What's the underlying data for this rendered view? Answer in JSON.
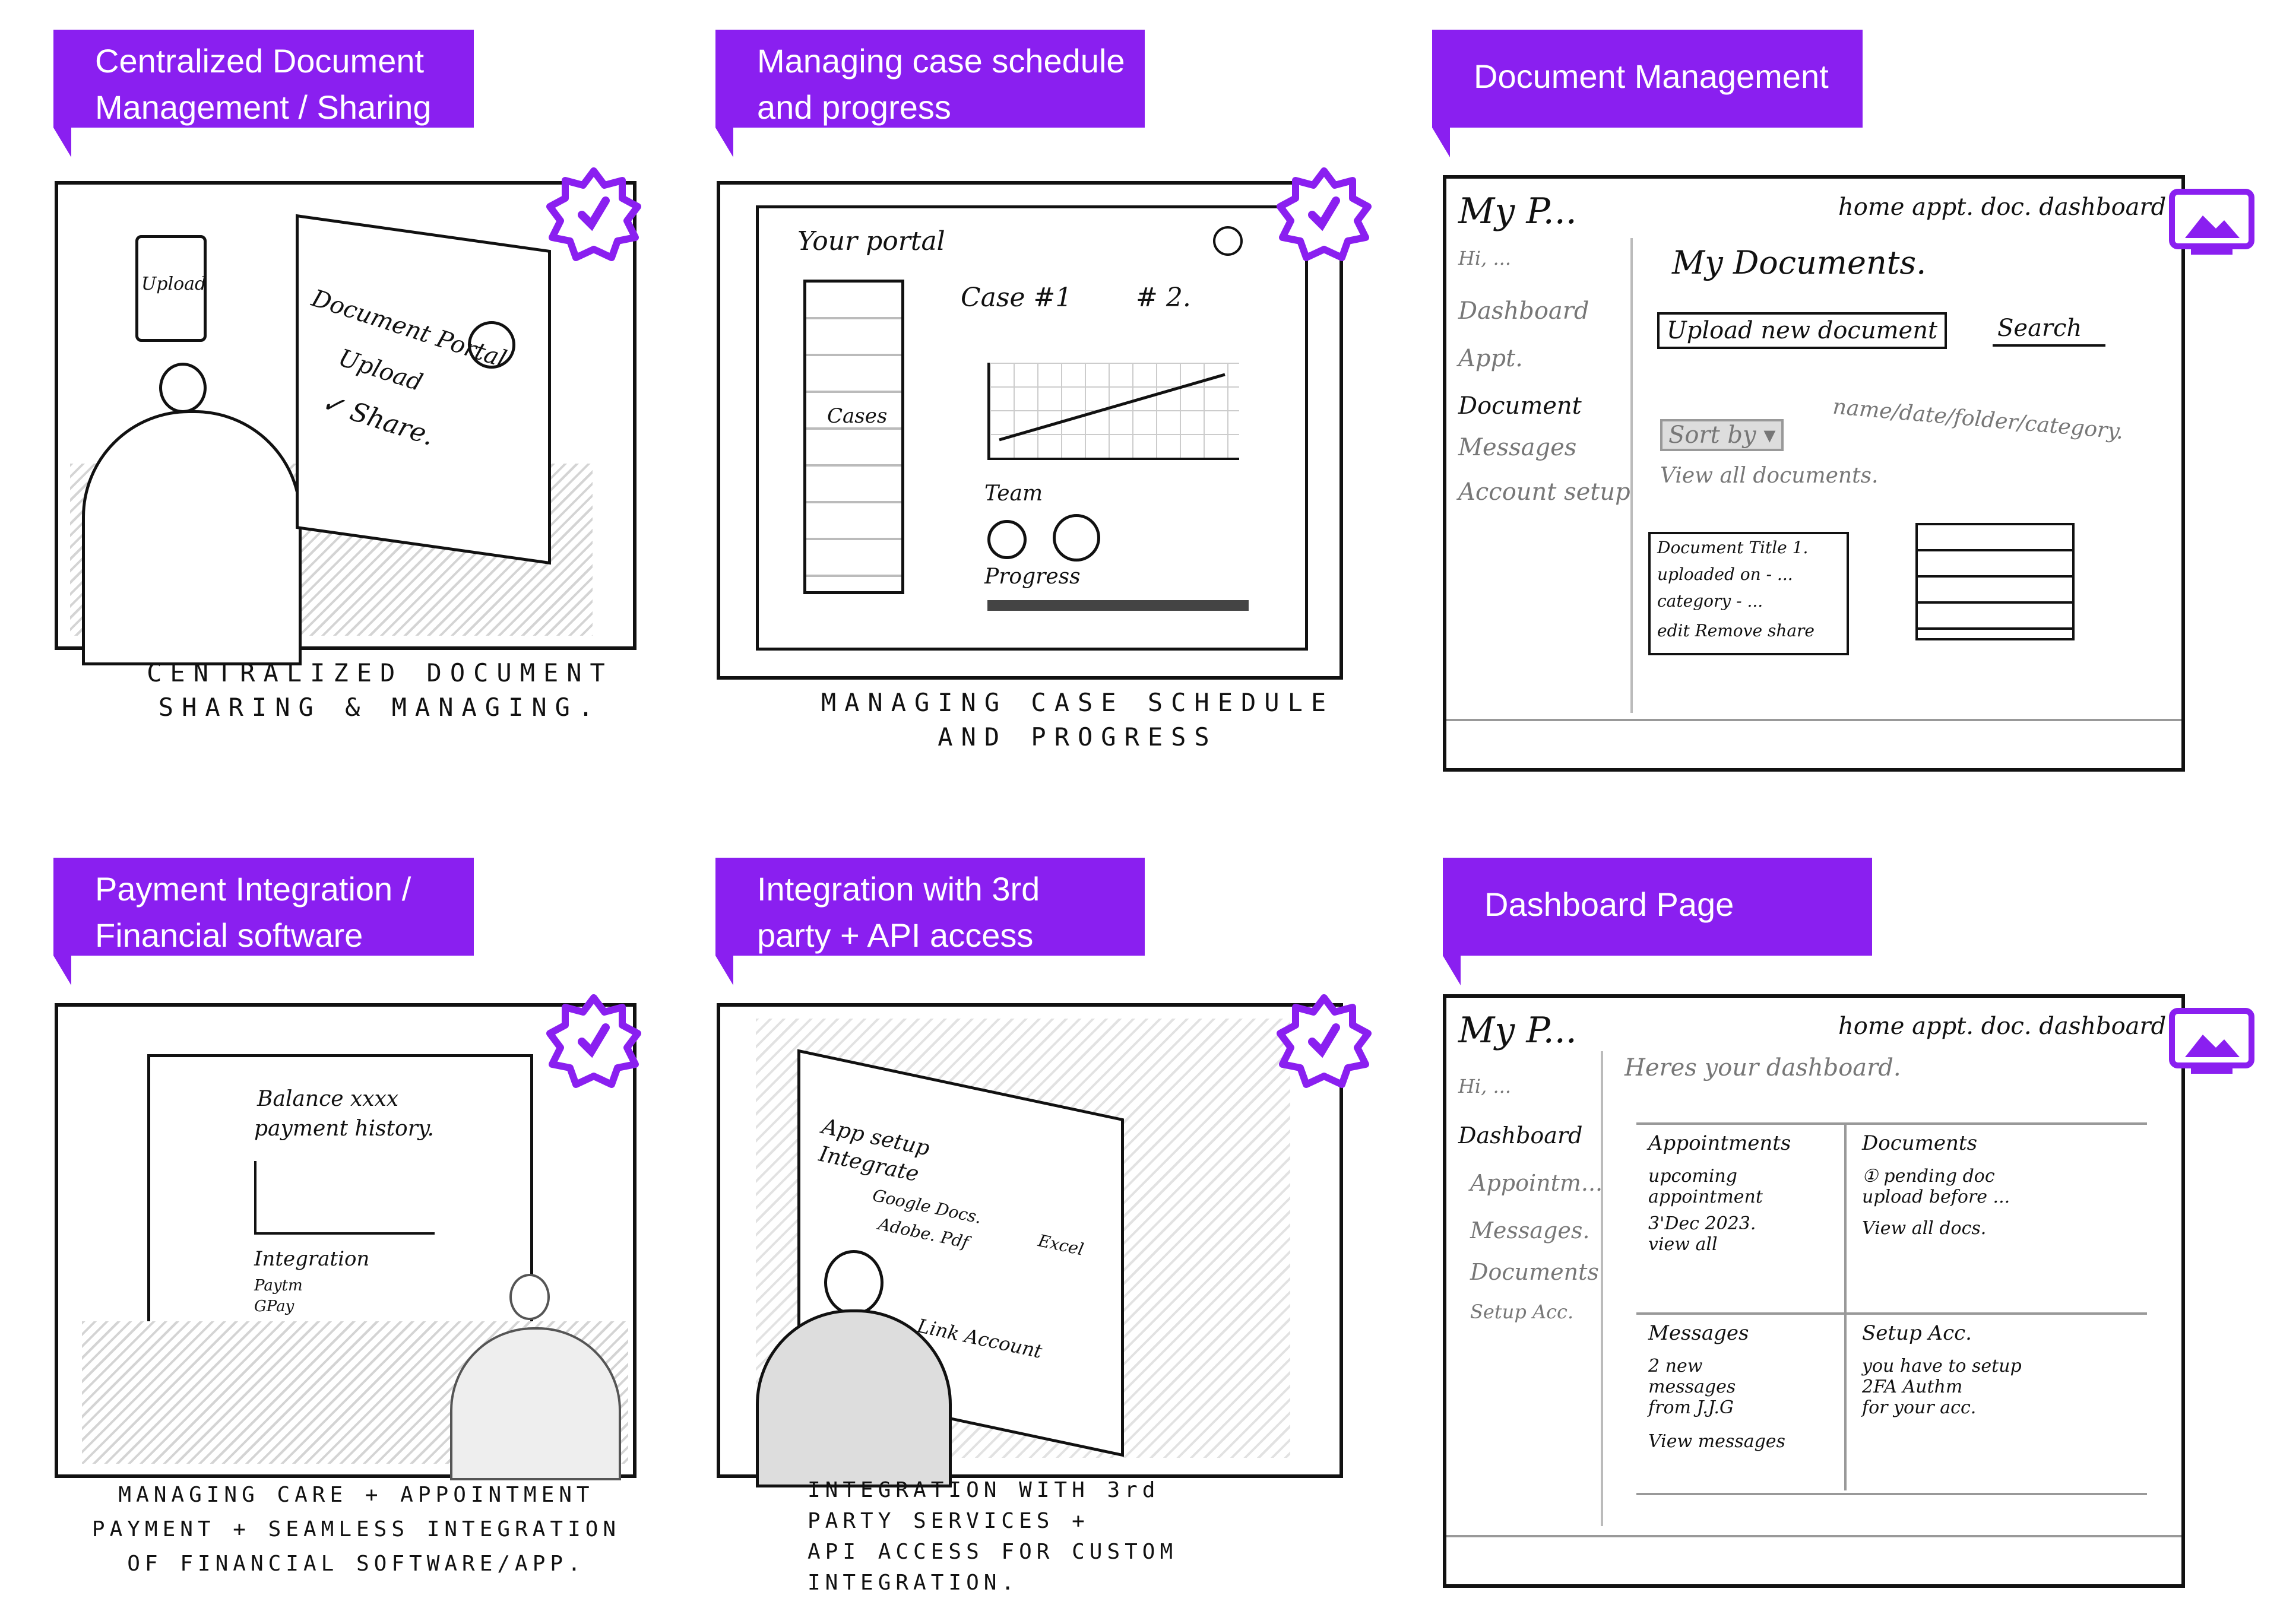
{
  "colors": {
    "accent": "#8a1ff0",
    "ink": "#111111",
    "pencil": "#8c8c8c"
  },
  "panels": [
    {
      "title": [
        "Centralized Document",
        "Management / Sharing"
      ],
      "caption": "CENTRALIZED DOCUMENT\nSHARING & MANAGING.",
      "badge": "check-badge-icon",
      "sketch": {
        "upload": "Upload",
        "screen": [
          "Document Portal",
          "Upload",
          "✓ Share."
        ]
      }
    },
    {
      "title": [
        "Managing case schedule",
        "and progress"
      ],
      "caption": "MANAGING CASE SCHEDULE\nAND PROGRESS",
      "badge": "check-badge-icon",
      "sketch": {
        "portal": "Your portal",
        "cases_tabs": "Case #1",
        "case2": "# 2.",
        "cases": "Cases",
        "team": "Team",
        "progress": "Progress"
      }
    },
    {
      "title": [
        "Document Management"
      ],
      "badge": "image-icon",
      "sketch": {
        "logo": "My P...",
        "nav": "home  appt.  doc.  dashboard",
        "greeting": "Hi, ...",
        "sidebar": [
          "Dashboard",
          "Appt.",
          "Document",
          "Messages",
          "Account setup"
        ],
        "heading": "My Documents.",
        "upload_btn": "Upload new document",
        "search": "Search",
        "sort": "Sort by ▾",
        "sort_options": "name/date/folder/category.",
        "view_all": "View all documents.",
        "card": [
          "Document Title 1.",
          "uploaded on - ...",
          "category - ...",
          "edit  Remove  share"
        ]
      }
    },
    {
      "title": [
        "Payment Integration /",
        "Financial software"
      ],
      "caption": "MANAGING CARE + APPOINTMENT\nPAYMENT + SEAMLESS INTEGRATION\nOF FINANCIAL SOFTWARE/APP.",
      "badge": "check-badge-icon",
      "sketch": {
        "balance": "Balance xxxx",
        "history": "payment history.",
        "integration": "Integration",
        "paytm": "Paytm",
        "gpay": "GPay"
      }
    },
    {
      "title": [
        "Integration with 3rd",
        "party + API access"
      ],
      "caption": "INTEGRATION WITH 3rd\nPARTY SERVICES +\nAPI ACCESS FOR CUSTOM\nINTEGRATION.",
      "badge": "check-badge-icon",
      "sketch": {
        "heading": [
          "App setup",
          "Integrate"
        ],
        "items": [
          "Google Docs.",
          "Adobe. Pdf",
          "Excel"
        ],
        "link": "Link Account"
      }
    },
    {
      "title": [
        "Dashboard Page"
      ],
      "badge": "image-icon",
      "sketch": {
        "logo": "My P...",
        "nav": "home  appt.  doc.  dashboard",
        "greeting": "Hi, ...",
        "subtitle": "Heres your dashboard.",
        "sidebar": [
          "Dashboard",
          "Appointm...",
          "Messages.",
          "Documents",
          "Setup Acc."
        ],
        "cells": [
          {
            "title": "Appointments",
            "lines": [
              "upcoming",
              "appointment",
              "3'Dec 2023.",
              "view all"
            ]
          },
          {
            "title": "Documents",
            "lines": [
              "① pending doc",
              "upload before ...",
              "View all docs."
            ]
          },
          {
            "title": "Messages",
            "lines": [
              "2 new",
              "messages",
              "from J.J.G",
              "View messages"
            ]
          },
          {
            "title": "Setup Acc.",
            "lines": [
              "you have to setup",
              "2FA Authm",
              "for your acc."
            ]
          }
        ]
      }
    }
  ]
}
